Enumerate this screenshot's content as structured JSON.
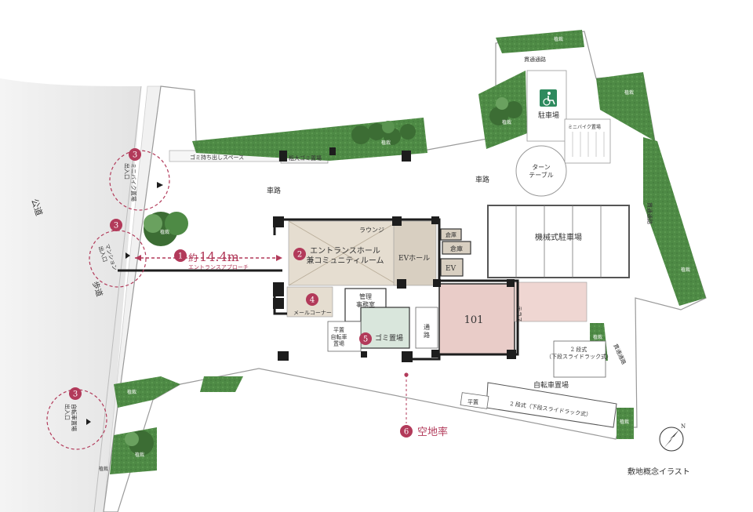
{
  "colors": {
    "accent": "#b23a5a",
    "lawn": "#4e8a45",
    "tree": "#3c6d34",
    "hall": "#d8cfc1",
    "lounge": "#e5ddd0",
    "unit": "#e9ccc8",
    "garbage": "#d9e6dc",
    "wall": "#1d1d1d",
    "road": "#ffffff",
    "outer": "#e9e9e9"
  },
  "labels": {
    "public_road": "公道",
    "sidewalk": "歩道",
    "garbage_space": "ゴミ持ち出しスペース",
    "bulky_garbage": "粗大ゴミ置場",
    "driveway_top": "車路",
    "driveway_right": "車路",
    "turntable": "ターン\nテーブル",
    "parking": "駐車場",
    "through_path_top": "貫通通路",
    "through_path_right": "貫通通路",
    "through_path_lower": "貫通通路",
    "minibike_parking": "ミニバイク置場",
    "mechanical_parking": "機械式駐車場",
    "lounge": "ラウンジ",
    "entrance_hall": "エントランスホール\n兼コミュニティルーム",
    "ev_hall": "EVホール",
    "storage1": "倉庫",
    "storage2": "倉庫",
    "ev": "EV",
    "mail_corner": "メールコーナー",
    "management_office": "管理\n事務室",
    "garbage_room": "ゴミ置場",
    "passage": "通\n路",
    "flat_bike": "平置\n自転車\n置場",
    "unit_101": "101",
    "terrace": "テラス",
    "two_tier_rack_a": "2 段式\n（下段スライドラック式）",
    "bicycle_parking": "自転車置場",
    "flat": "平置",
    "two_tier_rack_b": "2 段式（下段スライドラック式）",
    "approach_distance_prefix": "約",
    "approach_distance_value": "14.4m",
    "approach_label": "エントランスアプローチ",
    "open_space_ratio": "空地率",
    "illustration_caption": "敷地概念イラスト",
    "north": "N",
    "planting": "植栽"
  },
  "gates": {
    "minibike_entrance": "ミニバイク置場\n出入口",
    "mansion_entrance": "マンション\n出入口",
    "bicycle_entrance": "自転車置場\n出入口"
  },
  "markers": [
    {
      "number": "1",
      "name": "approach"
    },
    {
      "number": "2",
      "name": "entrance-hall"
    },
    {
      "number": "3",
      "name": "minibike-entrance"
    },
    {
      "number": "3",
      "name": "mansion-entrance"
    },
    {
      "number": "3",
      "name": "bicycle-entrance"
    },
    {
      "number": "4",
      "name": "mail-corner"
    },
    {
      "number": "5",
      "name": "garbage-room"
    },
    {
      "number": "6",
      "name": "open-space-ratio"
    }
  ]
}
